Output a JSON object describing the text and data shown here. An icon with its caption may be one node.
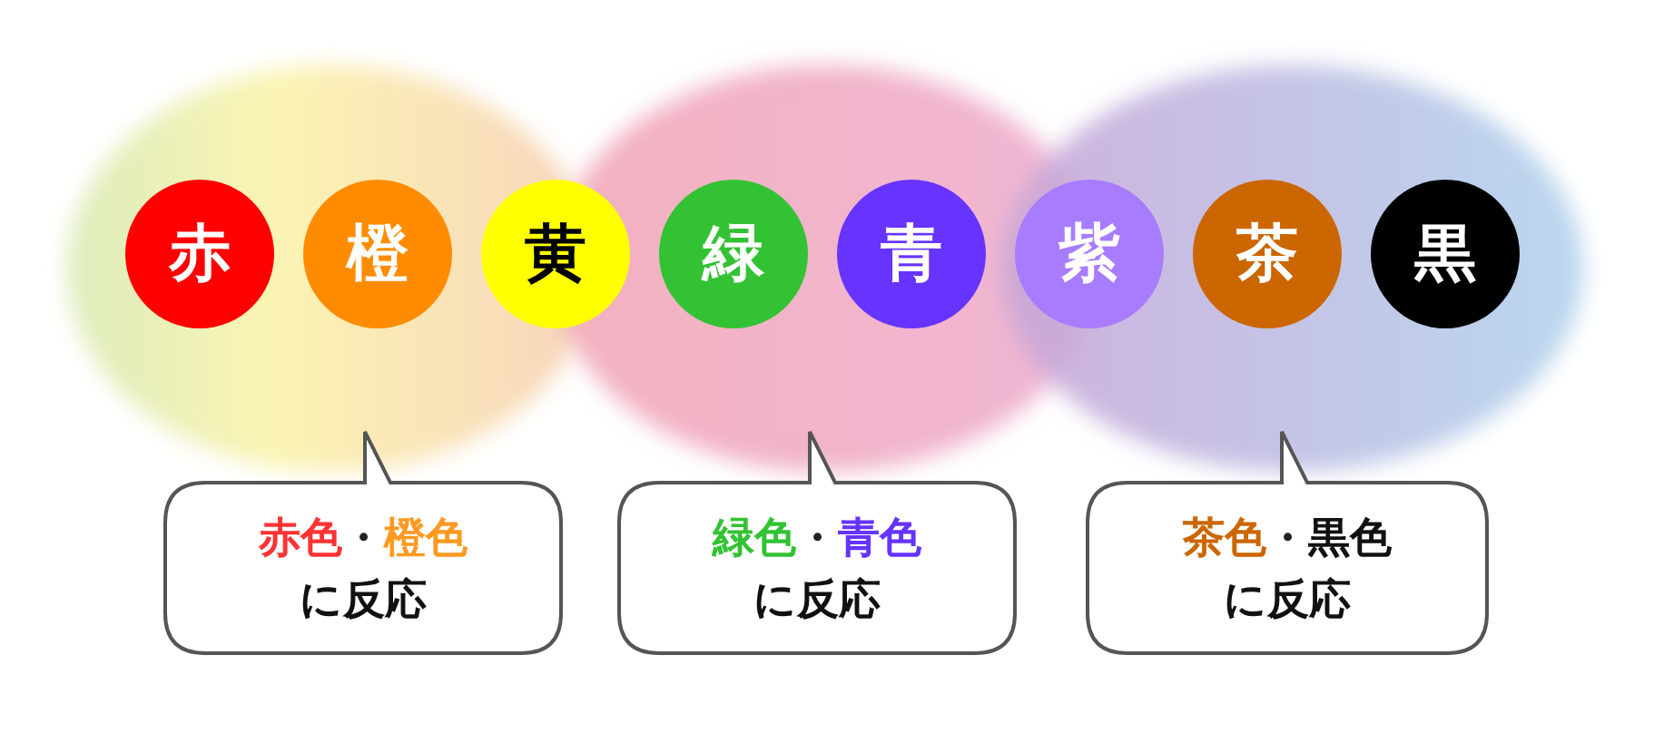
{
  "diagram": {
    "nodes": [
      {
        "text": [
          "赤"
        ]
      },
      {
        "text": [
          "橙"
        ]
      },
      {
        "text": [
          "黄"
        ]
      },
      {
        "text": [
          "緑"
        ]
      },
      {
        "text": [
          "青"
        ]
      },
      {
        "text": [
          "紫"
        ]
      },
      {
        "text": [
          "茶"
        ]
      },
      {
        "text": [
          "黒"
        ]
      },
      {
        "text": [
          "赤色",
          "・",
          "橙色",
          "に反応"
        ]
      },
      {
        "text": [
          "緑色",
          "・",
          "青色",
          "に反応"
        ]
      },
      {
        "text": [
          "茶色",
          "・",
          "黒色",
          "に反応"
        ]
      }
    ]
  }
}
